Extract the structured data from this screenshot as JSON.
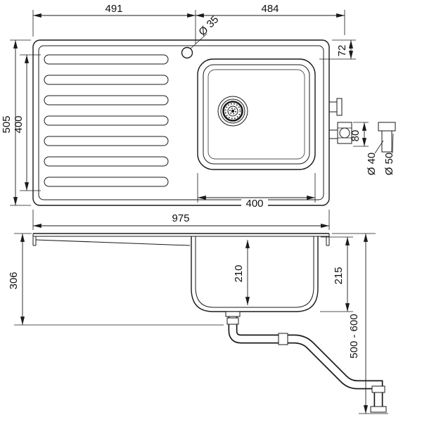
{
  "meta": {
    "background": "#ffffff",
    "line_color": "#1a1a1a",
    "drawing": "kitchen-sink-technical-drawing"
  },
  "top_view": {
    "dims": {
      "width_left": "491",
      "width_right": "484",
      "faucet_hole_diameter": "Ø 35",
      "top_edge_to_bowl": "72",
      "overall_depth": "505",
      "inner_depth": "400",
      "outlet_length": "80",
      "outlet_diameter_small": "Ø 40",
      "outlet_diameter_large": "Ø 50",
      "bowl_width": "400",
      "overall_width": "975"
    }
  },
  "section_view": {
    "dims": {
      "underside_depth": "306",
      "bowl_depth_inner": "210",
      "bowl_depth_outer": "215",
      "installation_height": "500 - 600"
    }
  }
}
